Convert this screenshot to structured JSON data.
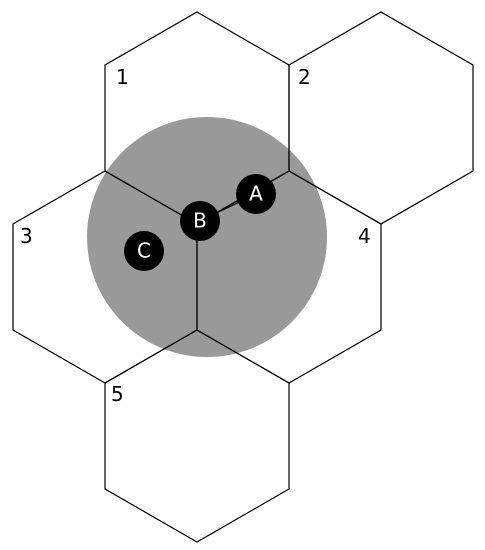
{
  "colors": {
    "region": "#999999",
    "stroke": "#000000",
    "node": "#000000",
    "node_text": "#ffffff",
    "background": "#ffffff"
  },
  "cells": [
    {
      "label": "1"
    },
    {
      "label": "2"
    },
    {
      "label": "3"
    },
    {
      "label": "4"
    },
    {
      "label": "5"
    }
  ],
  "nodes": [
    {
      "label": "A"
    },
    {
      "label": "B"
    },
    {
      "label": "C"
    }
  ]
}
